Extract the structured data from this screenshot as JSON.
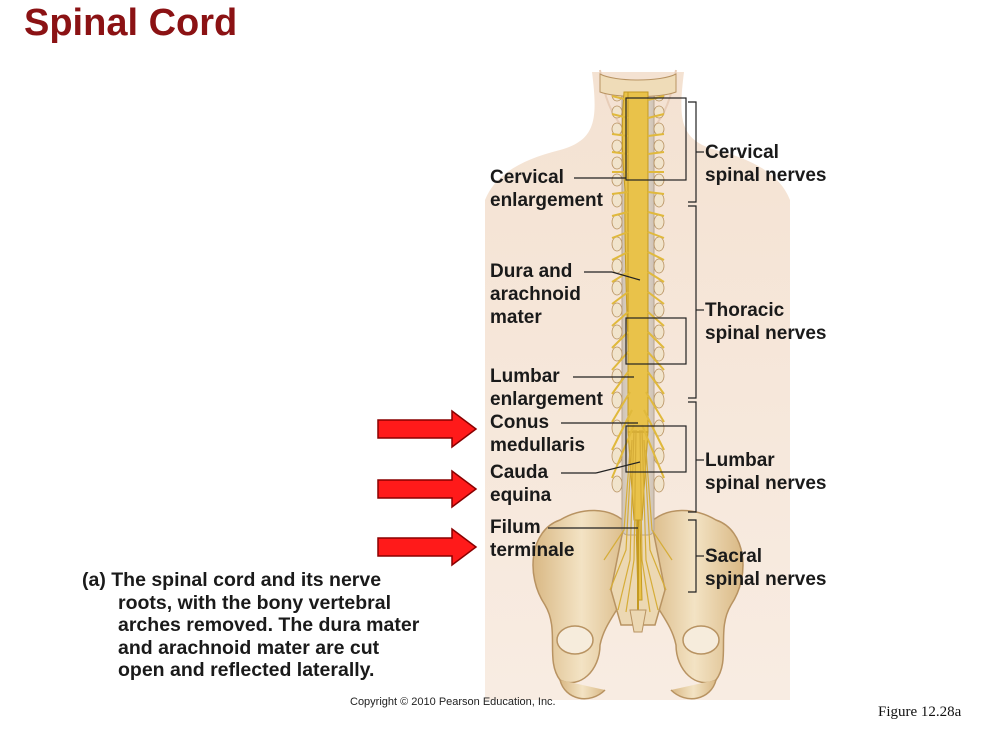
{
  "title": "Spinal Cord",
  "labels": {
    "cervical_enlargement": "Cervical\nenlargement",
    "dura_arachnoid": "Dura and\narachnoid\nmater",
    "lumbar_enlargement": "Lumbar\nenlargement",
    "conus_medullaris": "Conus\nmedullaris",
    "cauda_equina": "Cauda\nequina",
    "filum_terminale": "Filum\nterminale",
    "cervical_nerves": "Cervical\nspinal nerves",
    "thoracic_nerves": "Thoracic\nspinal nerves",
    "lumbar_nerves": "Lumbar\nspinal nerves",
    "sacral_nerves": "Sacral\nspinal nerves"
  },
  "caption": {
    "first_line": "(a) The spinal cord and its nerve",
    "rest": "roots, with the bony vertebral\narches removed. The dura mater\nand  arachnoid mater are cut\nopen and reflected laterally."
  },
  "copyright": "Copyright © 2010 Pearson Education, Inc.",
  "figure_ref": "Figure 12.28a",
  "colors": {
    "title": "#8b1214",
    "arrow": "#ff1a1a",
    "nerve": "#e8c64a",
    "bone": "#e9d3a6",
    "skin": "#f6e6d6"
  }
}
